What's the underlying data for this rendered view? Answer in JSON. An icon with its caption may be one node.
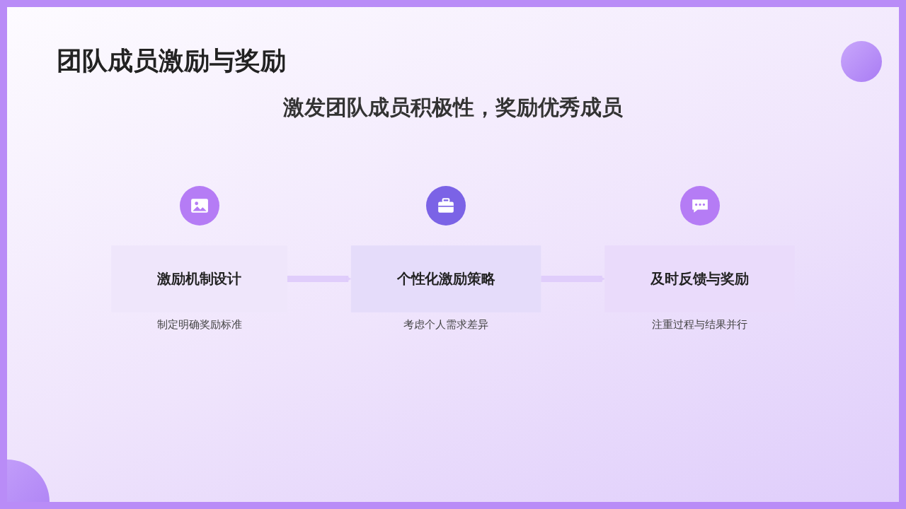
{
  "diagram": {
    "title": "团队成员激励与奖励",
    "nodes": [
      {
        "text": [
          "激励机制设计"
        ],
        "beside": [
          "制定明确奖励标准"
        ]
      },
      {
        "text": [
          "个性化激励策略"
        ],
        "beside": [
          "考虑个人需求差异"
        ]
      },
      {
        "text": [
          "及时反馈与奖励"
        ],
        "beside": [
          "注重过程与结果并行"
        ]
      }
    ],
    "edges": [
      {
        "from": 0,
        "to": 1,
        "arrow": "to"
      },
      {
        "from": 1,
        "to": 2,
        "arrow": "to"
      }
    ],
    "labels": [
      "激发团队成员积极性，奖励优秀成员"
    ]
  }
}
